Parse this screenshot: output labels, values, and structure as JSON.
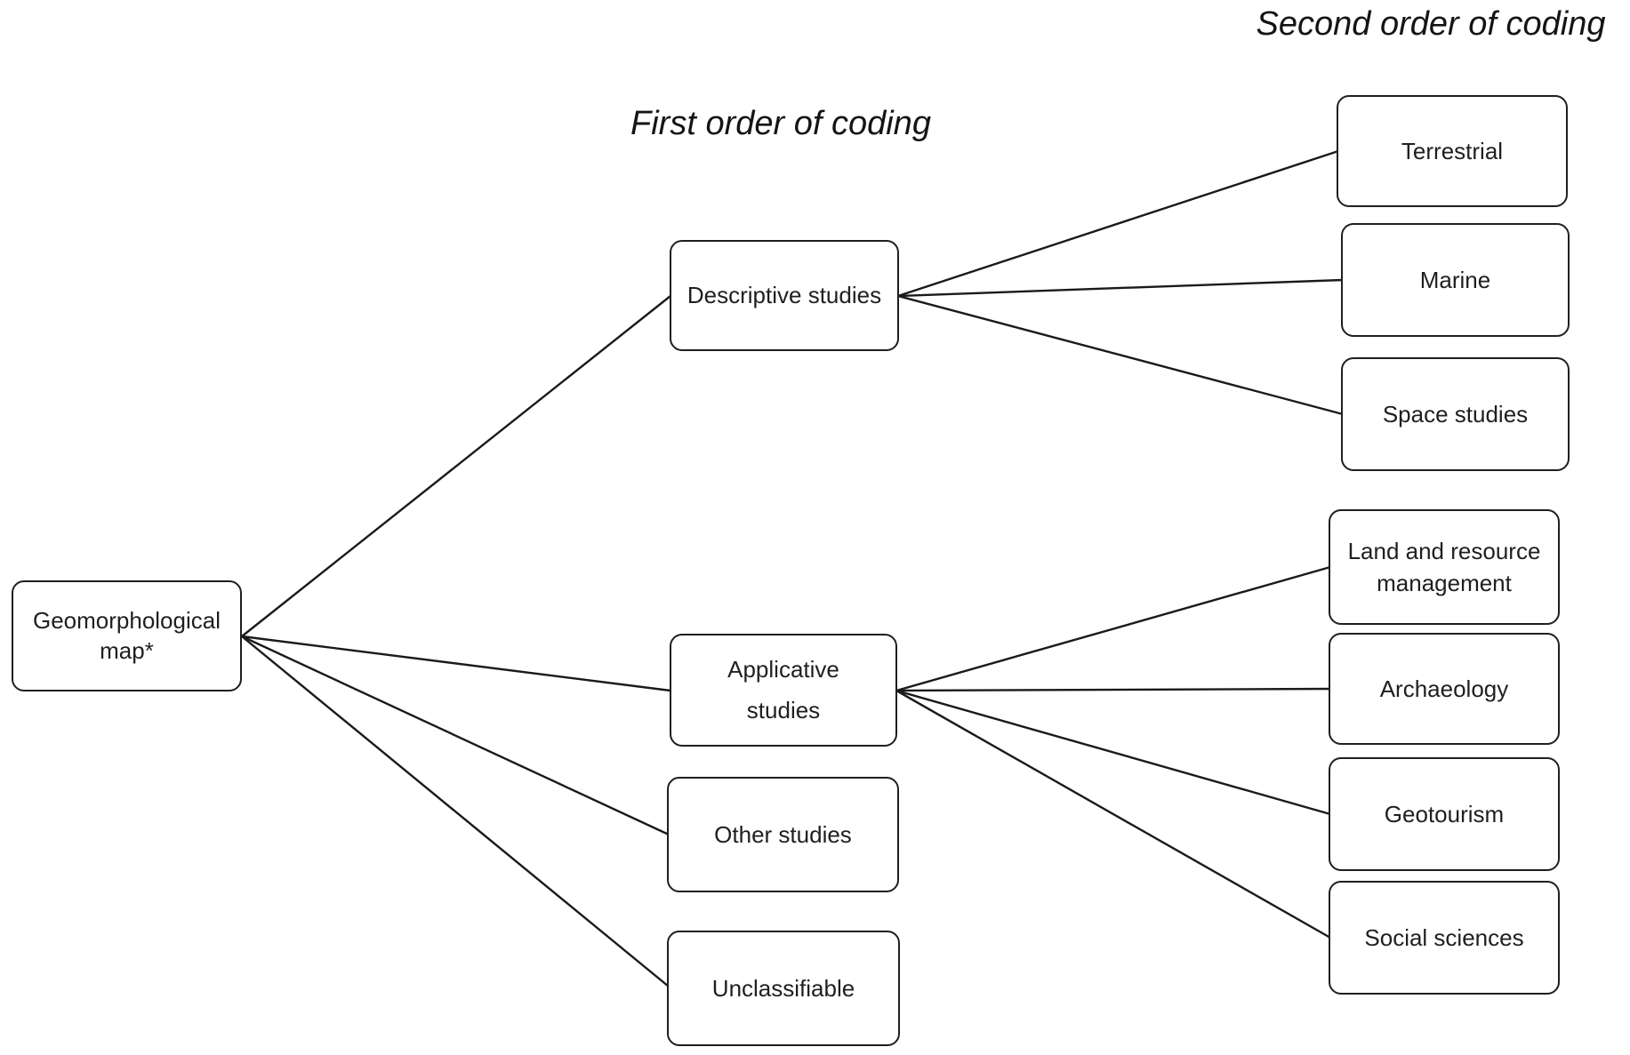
{
  "diagram": {
    "titles": {
      "first_order": "First order of coding",
      "second_order": "Second order of coding"
    },
    "root": {
      "label": "Geomorphological map*"
    },
    "first_order": [
      {
        "id": "descriptive",
        "label": "Descriptive studies"
      },
      {
        "id": "applicative",
        "label": "Applicative studies"
      },
      {
        "id": "other",
        "label": "Other studies"
      },
      {
        "id": "unclassifiable",
        "label": "Unclassifiable"
      }
    ],
    "second_order": [
      {
        "id": "terrestrial",
        "label": "Terrestrial",
        "parent": "Descriptive studies"
      },
      {
        "id": "marine",
        "label": "Marine",
        "parent": "Descriptive studies"
      },
      {
        "id": "space",
        "label": "Space studies",
        "parent": "Descriptive studies"
      },
      {
        "id": "land",
        "label": "Land and resource management",
        "parent": "Applicative studies"
      },
      {
        "id": "archaeology",
        "label": "Archaeology",
        "parent": "Applicative studies"
      },
      {
        "id": "geotourism",
        "label": "Geotourism",
        "parent": "Applicative studies"
      },
      {
        "id": "social",
        "label": "Social sciences",
        "parent": "Applicative studies"
      }
    ],
    "edges": [
      {
        "from": "Geomorphological map*",
        "to": "Descriptive studies"
      },
      {
        "from": "Geomorphological map*",
        "to": "Applicative studies"
      },
      {
        "from": "Geomorphological map*",
        "to": "Other studies"
      },
      {
        "from": "Geomorphological map*",
        "to": "Unclassifiable"
      },
      {
        "from": "Descriptive studies",
        "to": "Terrestrial"
      },
      {
        "from": "Descriptive studies",
        "to": "Marine"
      },
      {
        "from": "Descriptive studies",
        "to": "Space studies"
      },
      {
        "from": "Applicative studies",
        "to": "Land and resource management"
      },
      {
        "from": "Applicative studies",
        "to": "Archaeology"
      },
      {
        "from": "Applicative studies",
        "to": "Geotourism"
      },
      {
        "from": "Applicative studies",
        "to": "Social sciences"
      }
    ],
    "colors": {
      "background": "#ffffff",
      "box_fill": "#ffffff",
      "box_border": "#1f1f1f",
      "connector_line": "#1a1a1a",
      "text": "#1f1f1f"
    }
  }
}
